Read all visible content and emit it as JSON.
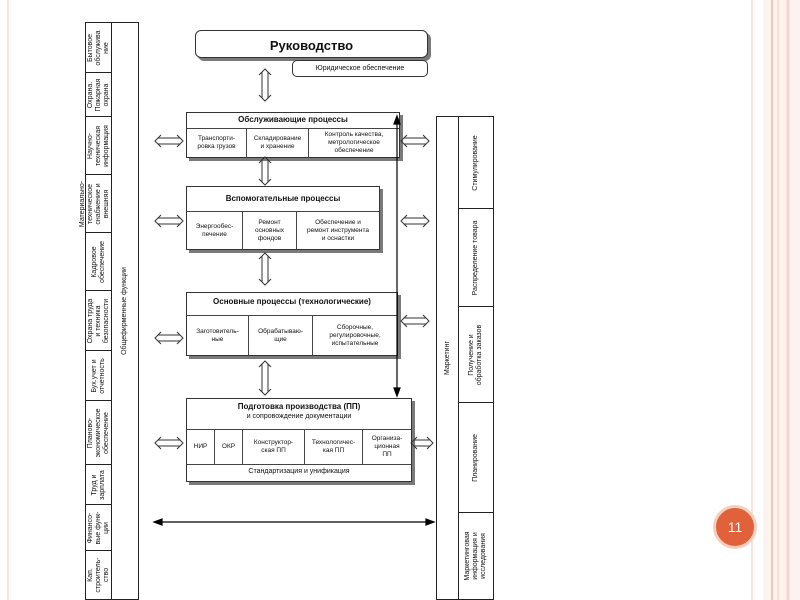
{
  "slide_number": "11",
  "management": {
    "title": "Руководство",
    "legal": "Юридическое обеспечение"
  },
  "left_functions": [
    "Бытовое\nобслужива\nние",
    "Охрана.\nПожарная\nохрана",
    "Научно-\nтехническая\nинформация",
    "Материально-\nтехническое\nснабжение и\nвнешняя\nкооперация",
    "Кадровое\nобеспечение",
    "Охрана труда\nи техника\nбезопасности",
    "Бух.учет и\nотчетность",
    "Планово-\nэкономическое\nобеспечение",
    "Труд и\nзарплата",
    "Финансо-\nвые функ-\nции",
    "Кап.\nстроитель-\nство"
  ],
  "general_functions_label": "Общефирменные функции",
  "service": {
    "title": "Обслуживающие процессы",
    "cells": [
      "Транспорти-\nровка грузов",
      "Складирование\nи хранение",
      "Контроль качества,\nметрологическое\nобеспечение"
    ]
  },
  "auxiliary": {
    "title": "Вспомогательные процессы",
    "cells": [
      "Энергообес-\nпечение",
      "Ремонт\nосновных\nфондов",
      "Обеспечение и\nремонт инструмента\nи оснастки"
    ]
  },
  "main_processes": {
    "title": "Основные процессы (технологические)",
    "cells": [
      "Заготовитель-\nные",
      "Обрабатываю-\nщие",
      "Сборочные,\nрегулировочные,\nиспытательные"
    ]
  },
  "preparation": {
    "title": "Подготовка производства (ПП)",
    "subtitle": "и сопровождение документации",
    "cells": [
      "НИР",
      "ОКР",
      "Конструктор-\nская ПП",
      "Технологичес-\nкая ПП",
      "Организа-\nционная\nПП"
    ],
    "footer": "Стандартизация и унификация"
  },
  "marketing_label": "Маркетинг",
  "right_functions": [
    "Стимулирование",
    "Распределение товара",
    "Получение и\nобработка заказов",
    "Планирование",
    "Маркетинговая\nинформация и\nисследования"
  ]
}
